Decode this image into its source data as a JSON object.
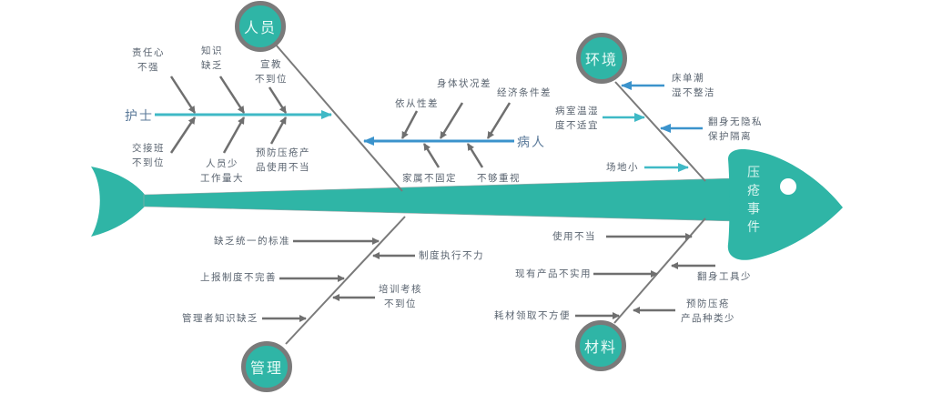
{
  "effect": {
    "label_chars": [
      "压",
      "疮",
      "事",
      "件"
    ],
    "label": "压疮事件"
  },
  "colors": {
    "fish": "#2fb5a6",
    "bone": "#7a7a7a",
    "arrow_gray": "#6f6f6f",
    "arrow_teal": "#3fb9c6",
    "arrow_blue": "#3b93cc",
    "text": "#5a6470"
  },
  "categories": {
    "people": {
      "label": "人员",
      "sub_branches": {
        "nurse": {
          "label": "护士",
          "causes_top": [
            "责任心\n不强",
            "知识\n缺乏",
            "宣教\n不到位"
          ],
          "causes_bottom": [
            "交接班\n不到位",
            "人员少\n工作量大",
            "预防压疮产\n品使用不当"
          ]
        },
        "patient": {
          "label": "病人",
          "causes_top": [
            "依从性差",
            "身体状况差",
            "经济条件差"
          ],
          "causes_bottom": [
            "家属不固定",
            "不够重视"
          ]
        }
      }
    },
    "environment": {
      "label": "环境",
      "causes": [
        "床单潮\n湿不整洁",
        "病室温湿\n度不适宜",
        "翻身无隐私\n保护隔离",
        "场地小"
      ]
    },
    "management": {
      "label": "管理",
      "causes": [
        "缺乏统一的标准",
        "制度执行不力",
        "上报制度不完善",
        "培训考核\n不到位",
        "管理者知识缺乏"
      ]
    },
    "materials": {
      "label": "材料",
      "causes": [
        "使用不当",
        "现有产品不实用",
        "翻身工具少",
        "耗材领取不方便",
        "预防压疮\n产品种类少"
      ]
    }
  }
}
